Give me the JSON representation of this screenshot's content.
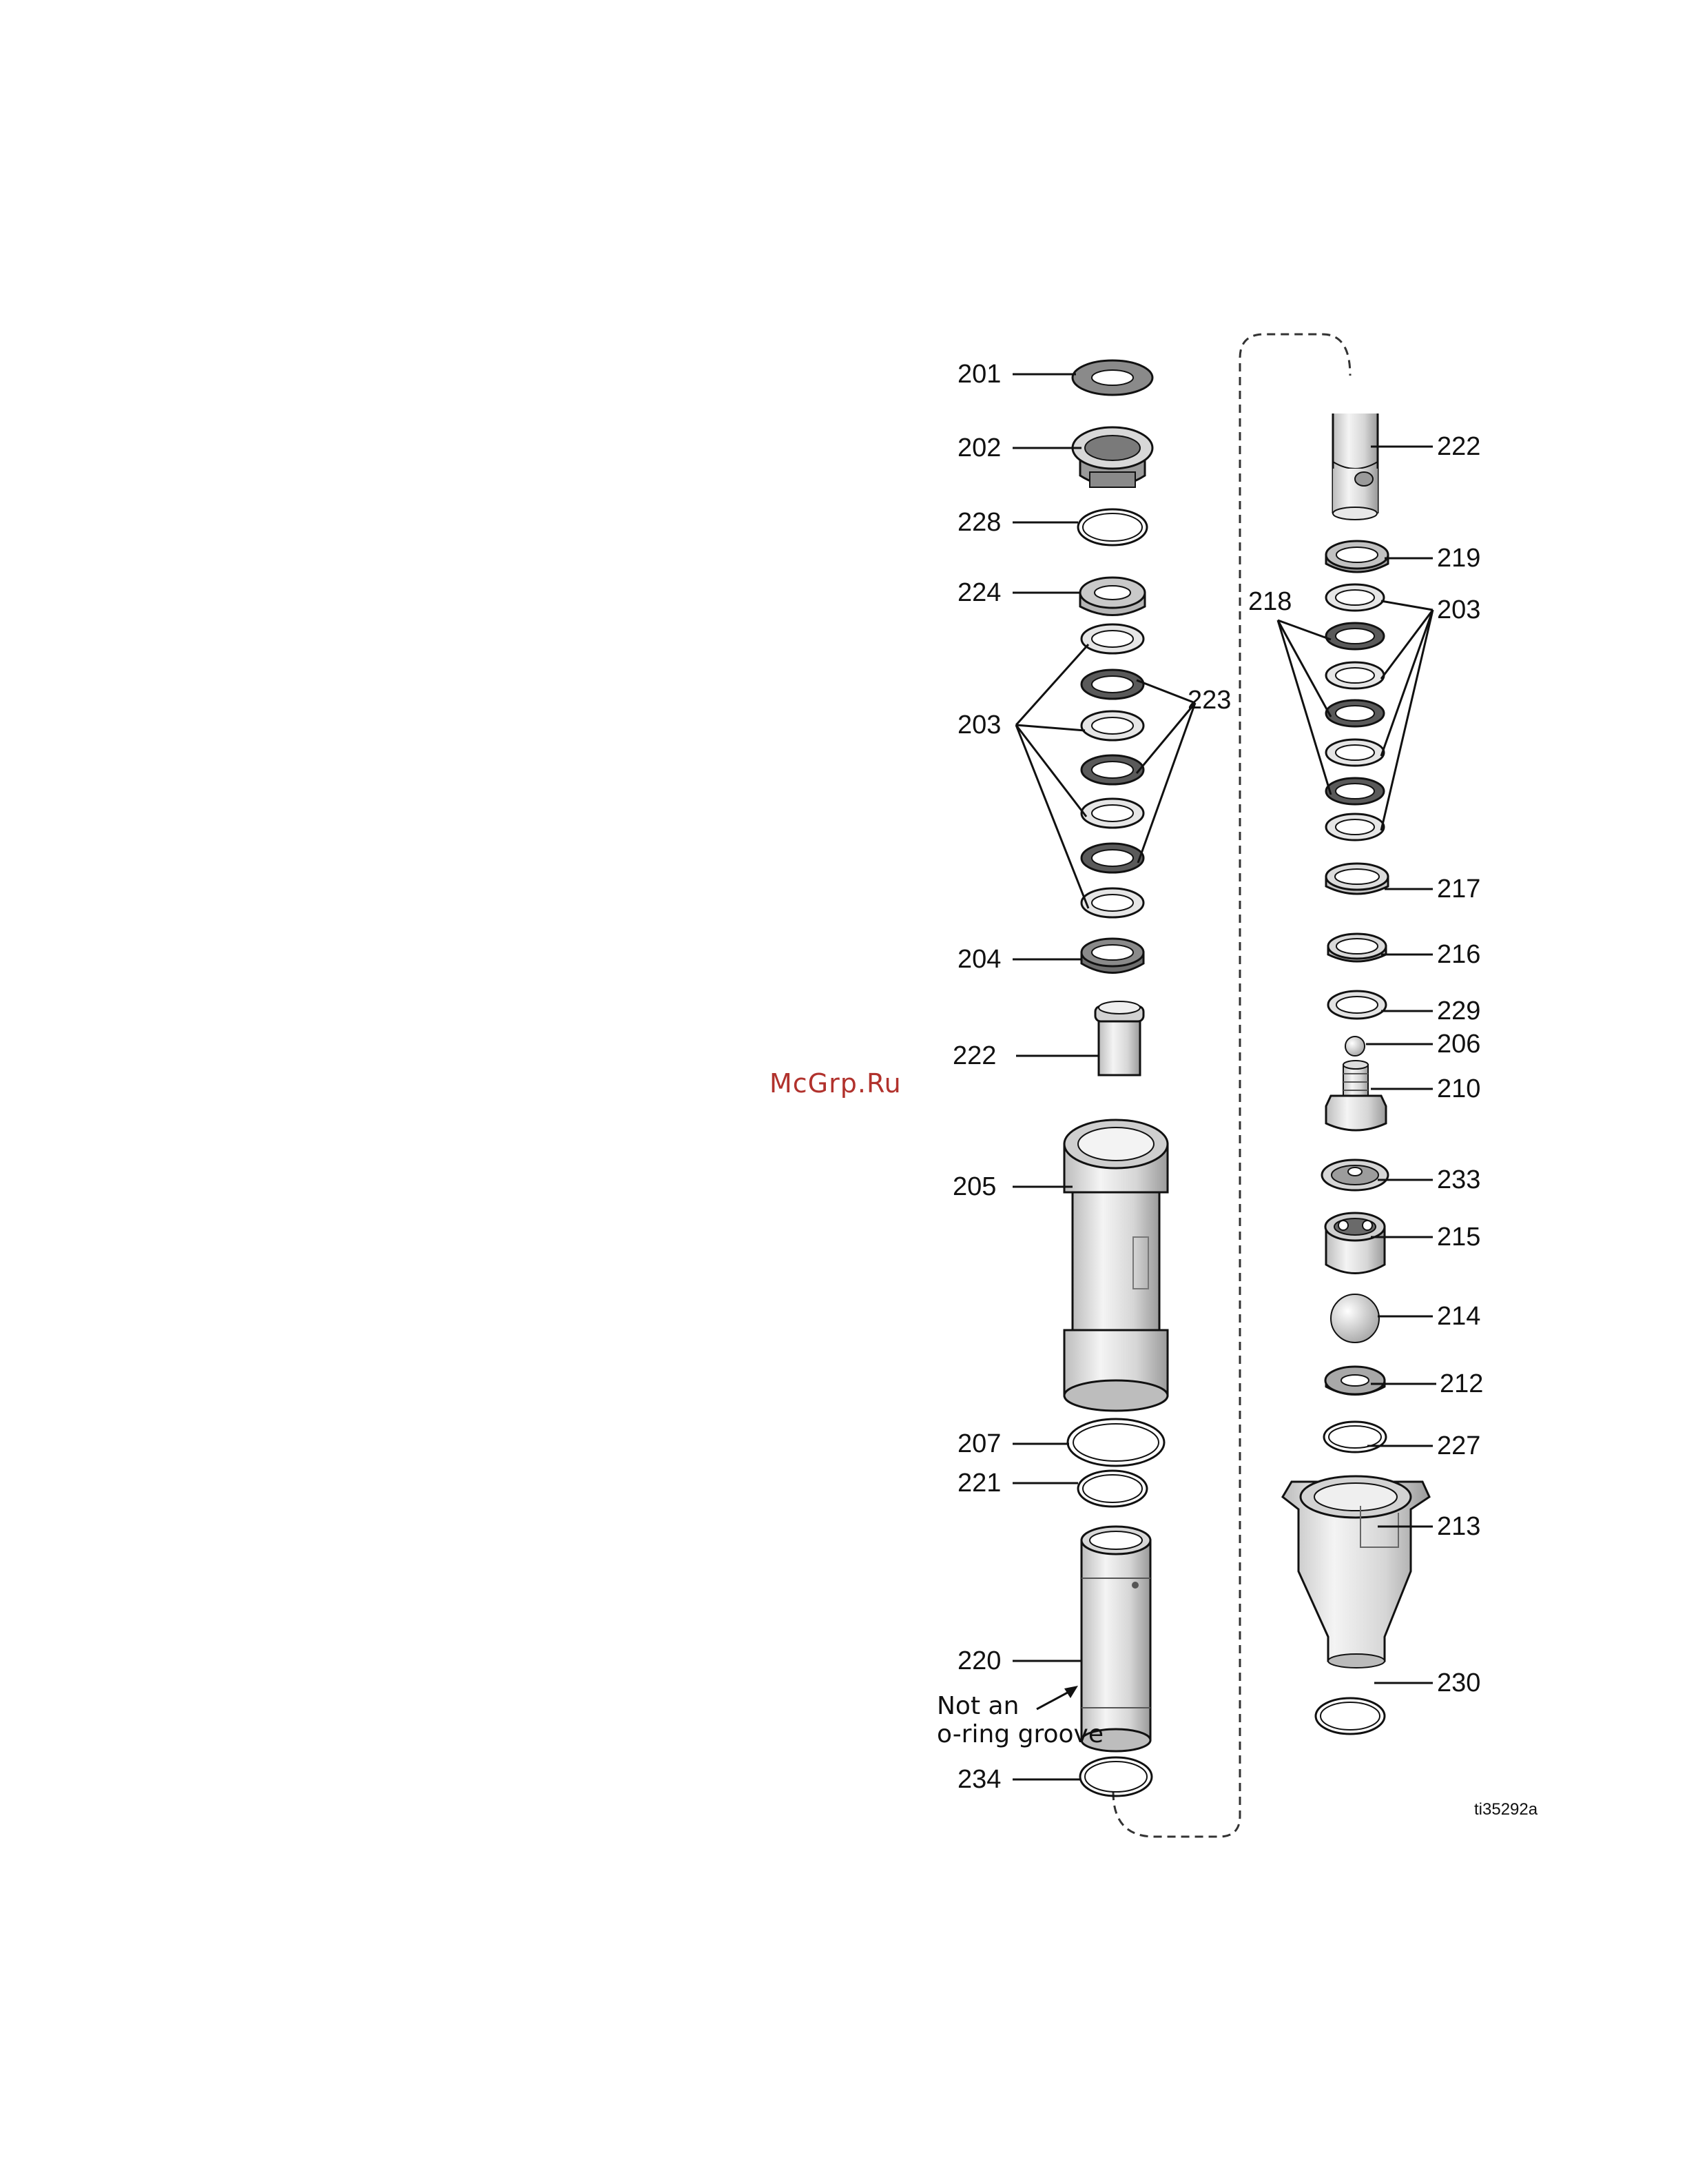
{
  "watermark": "McGrp.Ru",
  "figure_id": "ti35292a",
  "note": {
    "line1": "Not an",
    "line2": "o-ring groove"
  },
  "labels": {
    "l201": "201",
    "l202": "202",
    "l228": "228",
    "l224": "224",
    "l203a": "203",
    "l223": "223",
    "l204": "204",
    "l222a": "222",
    "l205": "205",
    "l207": "207",
    "l221": "221",
    "l220": "220",
    "l234": "234",
    "l222b": "222",
    "l219": "219",
    "l218": "218",
    "l203b": "203",
    "l217": "217",
    "l216": "216",
    "l229": "229",
    "l206": "206",
    "l210": "210",
    "l233": "233",
    "l215": "215",
    "l214": "214",
    "l212": "212",
    "l227": "227",
    "l213": "213",
    "l230": "230"
  },
  "colors": {
    "watermark": "#b1322d",
    "line": "#111111",
    "part_light": "#e6e6e6",
    "part_dark": "#5a5a5a"
  }
}
